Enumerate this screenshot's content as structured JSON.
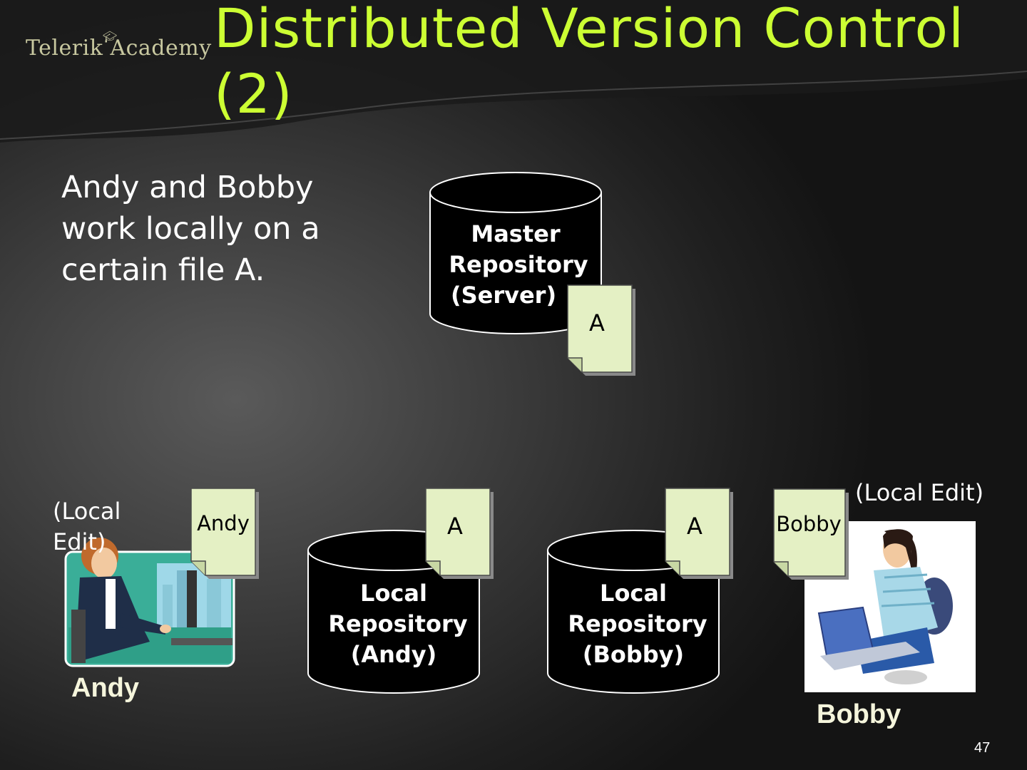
{
  "logo": {
    "text": "Telerik Academy",
    "icon": "graduation-cap-icon"
  },
  "title": "Distributed Version Control (2)",
  "body_text": "Andy and Bobby work locally on a certain file A.",
  "master": {
    "line1": "Master",
    "line2": "Repository",
    "line3": "(Server)",
    "doc": "A"
  },
  "local_andy": {
    "line1": "Local",
    "line2": "Repository",
    "line3": "(Andy)",
    "doc": "A"
  },
  "local_bobby": {
    "line1": "Local",
    "line2": "Repository",
    "line3": "(Bobby)",
    "doc": "A"
  },
  "andy": {
    "name": "Andy",
    "doc": "Andy",
    "edit": "(Local Edit)"
  },
  "bobby": {
    "name": "Bobby",
    "doc": "Bobby",
    "edit": "(Local Edit)"
  },
  "slide_number": "47",
  "colors": {
    "title": "#ccff33",
    "doc_fill": "#e4f0c4",
    "cylinder": "#000000"
  }
}
